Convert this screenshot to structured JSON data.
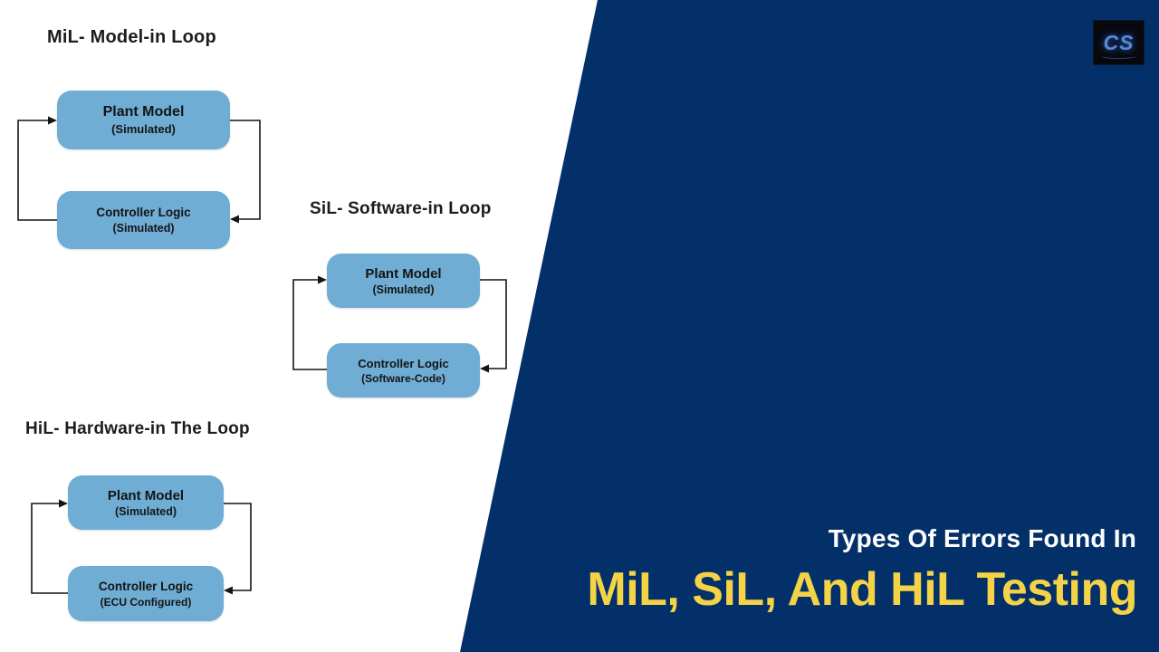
{
  "colors": {
    "banner_navy": "#04306a",
    "title_yellow": "#f5d347",
    "subtitle_white": "#ffffff",
    "node_blue": "#6fadd5",
    "line_black": "#141414"
  },
  "logo": {
    "text": "CS"
  },
  "diagrams": [
    {
      "id": "mil",
      "title": "MiL- Model-in Loop",
      "nodes": [
        {
          "title": "Plant Model",
          "subtitle": "(Simulated)"
        },
        {
          "title": "Controller Logic",
          "subtitle": "(Simulated)"
        }
      ]
    },
    {
      "id": "sil",
      "title": "SiL- Software-in Loop",
      "nodes": [
        {
          "title": "Plant Model",
          "subtitle": "(Simulated)"
        },
        {
          "title": "Controller Logic",
          "subtitle": "(Software-Code)"
        }
      ]
    },
    {
      "id": "hil",
      "title": "HiL- Hardware-in The Loop",
      "nodes": [
        {
          "title": "Plant Model",
          "subtitle": "(Simulated)"
        },
        {
          "title": "Controller Logic",
          "subtitle": "(ECU Configured)"
        }
      ]
    }
  ],
  "banner": {
    "subtitle": "Types Of Errors Found In",
    "title": "MiL, SiL, And HiL Testing"
  }
}
